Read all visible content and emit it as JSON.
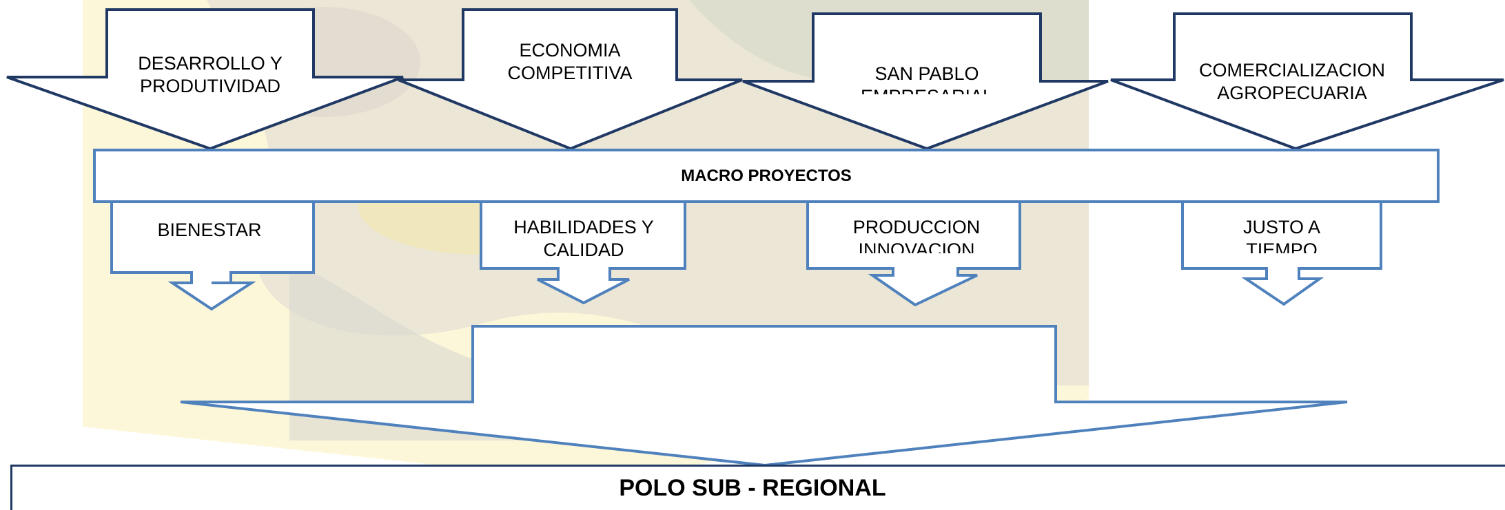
{
  "diagram": {
    "top_arrows": [
      {
        "label": "DESARROLLO Y PRODUTIVIDAD"
      },
      {
        "label": "ECONOMIA COMPETITIVA"
      },
      {
        "label": "SAN PABLO EMPRESARIAL"
      },
      {
        "label": "COMERCIALIZACION AGROPECUARIA"
      }
    ],
    "macro_bar": {
      "label": "MACRO PROYECTOS"
    },
    "sub_arrows": [
      {
        "label": "BIENESTAR"
      },
      {
        "label": "HABILIDADES Y CALIDAD"
      },
      {
        "label": "PRODUCCION INNOVACION"
      },
      {
        "label": "JUSTO A TIEMPO"
      }
    ],
    "bottom_box": {
      "label": "POLO SUB - REGIONAL"
    }
  },
  "colors": {
    "dark_outline": "#1f3864",
    "blue_outline": "#4f81bd",
    "background_yellow": "#fdf3c4",
    "background_gray": "#c9c6c0"
  }
}
